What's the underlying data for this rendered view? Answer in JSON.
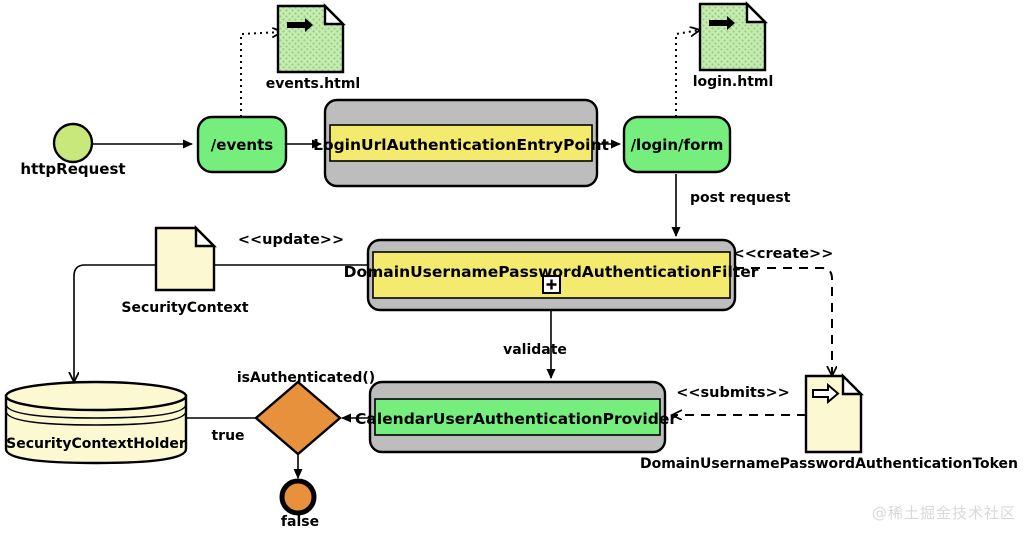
{
  "diagram": {
    "title": "Spring Security authentication flow",
    "background": "#ffffff",
    "colors": {
      "component_header": "#bdbdbd",
      "component_body_yellow": "#f3ea6e",
      "component_body_green": "#76ee7e",
      "state_green": "#76ee7e",
      "start_circle": "#c9e87c",
      "note_cream": "#fbf8d2",
      "doc_green": "#c2e8b0",
      "decision_orange": "#e8913c",
      "stroke": "#000000"
    }
  },
  "nodes": {
    "http_request": {
      "label": "httpRequest",
      "kind": "start-node",
      "fill": "#c9e87c"
    },
    "events_state": {
      "label": "/events",
      "kind": "state",
      "fill": "#76ee7e"
    },
    "entry_point": {
      "label": "LoginUrlAuthenticationEntryPoint",
      "kind": "component",
      "fill": "#f3ea6e"
    },
    "login_form_state": {
      "label": "/login/form",
      "kind": "state",
      "fill": "#76ee7e"
    },
    "auth_filter": {
      "label": "DomainUsernamePasswordAuthenticationFilter",
      "kind": "component",
      "fill": "#f3ea6e",
      "expander": "+"
    },
    "auth_provider": {
      "label": "CalendarUserAuthenticationProvider",
      "kind": "component",
      "fill": "#76ee7e"
    },
    "security_context": {
      "label": "SecurityContext",
      "kind": "note",
      "fill": "#fbf8d2"
    },
    "security_context_holder": {
      "label": "SecurityContextHolder",
      "kind": "datastore",
      "fill": "#fbf8d2"
    },
    "auth_token": {
      "label": "DomainUsernamePasswordAuthenticationToken",
      "kind": "note-artifact",
      "fill": "#fbf8d2"
    },
    "decision": {
      "label": "isAuthenticated()",
      "kind": "decision",
      "fill": "#e8913c"
    },
    "end_false": {
      "label": "false",
      "kind": "end-node",
      "fill": "#e8913c"
    },
    "events_html": {
      "label": "events.html",
      "kind": "document",
      "fill": "#c2e8b0"
    },
    "login_html": {
      "label": "login.html",
      "kind": "document",
      "fill": "#c2e8b0"
    }
  },
  "edges": {
    "request_to_events": {
      "label": "",
      "style": "solid"
    },
    "events_to_entry": {
      "label": "",
      "style": "solid"
    },
    "entry_to_login": {
      "label": "",
      "style": "solid"
    },
    "events_render": {
      "label": "",
      "style": "dotted"
    },
    "login_render": {
      "label": "",
      "style": "dotted"
    },
    "login_post": {
      "label": "post request",
      "style": "solid"
    },
    "filter_update": {
      "label": "<<update>>",
      "style": "solid"
    },
    "filter_create": {
      "label": "<<create>>",
      "style": "dashed"
    },
    "token_submits": {
      "label": "<<submits>>",
      "style": "dashed"
    },
    "filter_validate": {
      "label": "validate",
      "style": "solid"
    },
    "provider_decide": {
      "label": "",
      "style": "solid"
    },
    "decision_true": {
      "label": "true",
      "style": "solid"
    },
    "decision_false": {
      "label": "",
      "style": "solid"
    },
    "context_to_holder": {
      "label": "",
      "style": "solid"
    }
  },
  "watermark": {
    "text": "@稀土掘金技术社区"
  }
}
